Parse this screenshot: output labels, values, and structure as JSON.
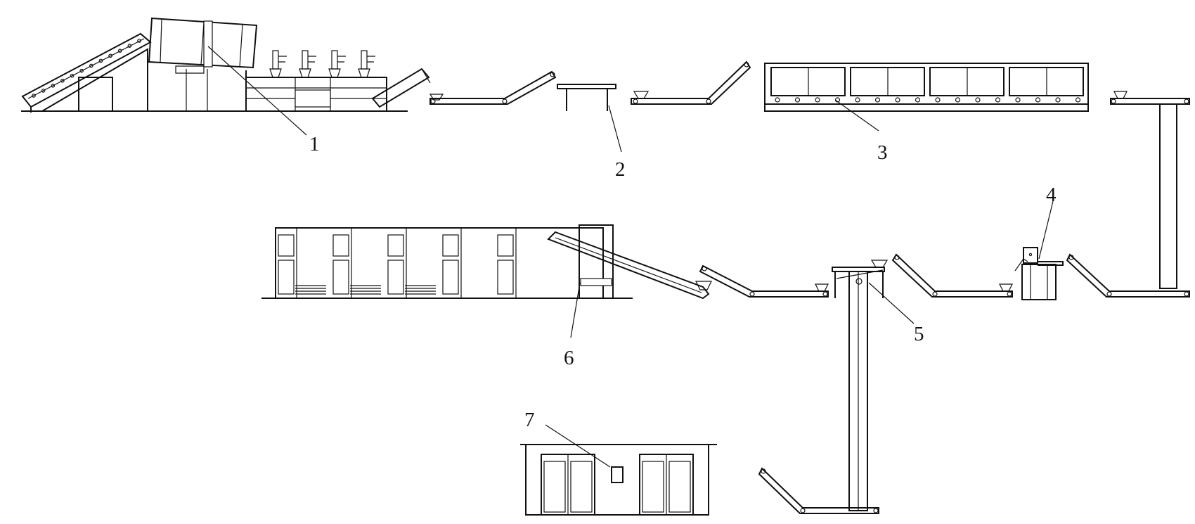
{
  "diagram": {
    "type": "process-line-schematic",
    "callouts": [
      {
        "id": "1",
        "label": "1"
      },
      {
        "id": "2",
        "label": "2"
      },
      {
        "id": "3",
        "label": "3"
      },
      {
        "id": "4",
        "label": "4"
      },
      {
        "id": "5",
        "label": "5"
      },
      {
        "id": "6",
        "label": "6"
      },
      {
        "id": "7",
        "label": "7"
      }
    ],
    "colors": {
      "line": "#111111",
      "background": "#ffffff"
    }
  }
}
